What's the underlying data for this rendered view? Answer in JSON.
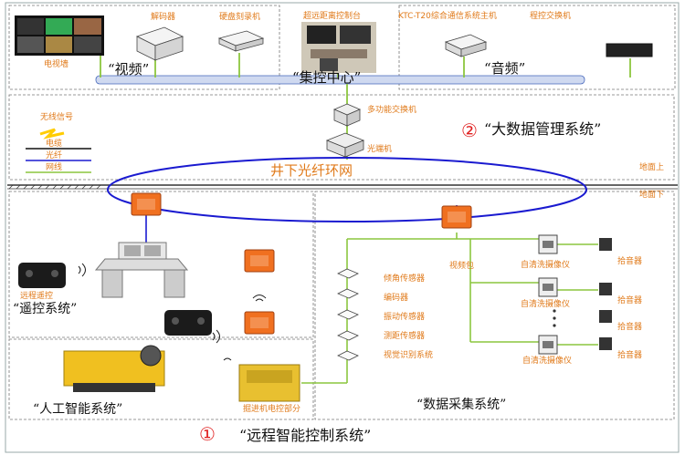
{
  "top": {
    "tv_wall": "电视墙",
    "decoder": "解码器",
    "disk_recorder": "硬盘刻录机",
    "console": "超远距离控制台",
    "comm_host": "KTC-T20综合通信系统主机",
    "pbx": "程控交换机",
    "video": "“视频”",
    "center": "“集控中心”",
    "audio": "“音频”",
    "multi_switch": "多功能交换机",
    "optical_machine": "光端机"
  },
  "legend": {
    "wireless": "无线信号",
    "cable": "电缆",
    "fiber": "光纤",
    "network": "网线"
  },
  "big_data": {
    "num": "②",
    "label": "“大数据管理系统”"
  },
  "ring": {
    "label": "井下光纤环网",
    "surface_above": "地面上",
    "surface_below": "地面下"
  },
  "remote": {
    "remote_control": "远程遥控",
    "label": "“遥控系统”"
  },
  "ai": {
    "label": "“人工智能系统”",
    "roadheader_ctrl": "掘进机电控部分"
  },
  "sensors": {
    "items": [
      "倾角传感器",
      "编码器",
      "振动传感器",
      "测距传感器",
      "视觉识别系统"
    ]
  },
  "video_net": {
    "video_pack": "视频包",
    "cameras": [
      "自清洗摄像仪",
      "自清洗摄像仪",
      "自清洗摄像仪"
    ],
    "pickups": [
      "拾音器",
      "拾音器",
      "拾音器",
      "拾音器"
    ],
    "label": "“数据采集系统”"
  },
  "footer": {
    "num": "①",
    "label": "“远程智能控制系统”"
  },
  "colors": {
    "accent": "#e07a1a",
    "fiber": "#1a1ad0",
    "network": "#8cc63f",
    "title_red": "#e02020"
  }
}
